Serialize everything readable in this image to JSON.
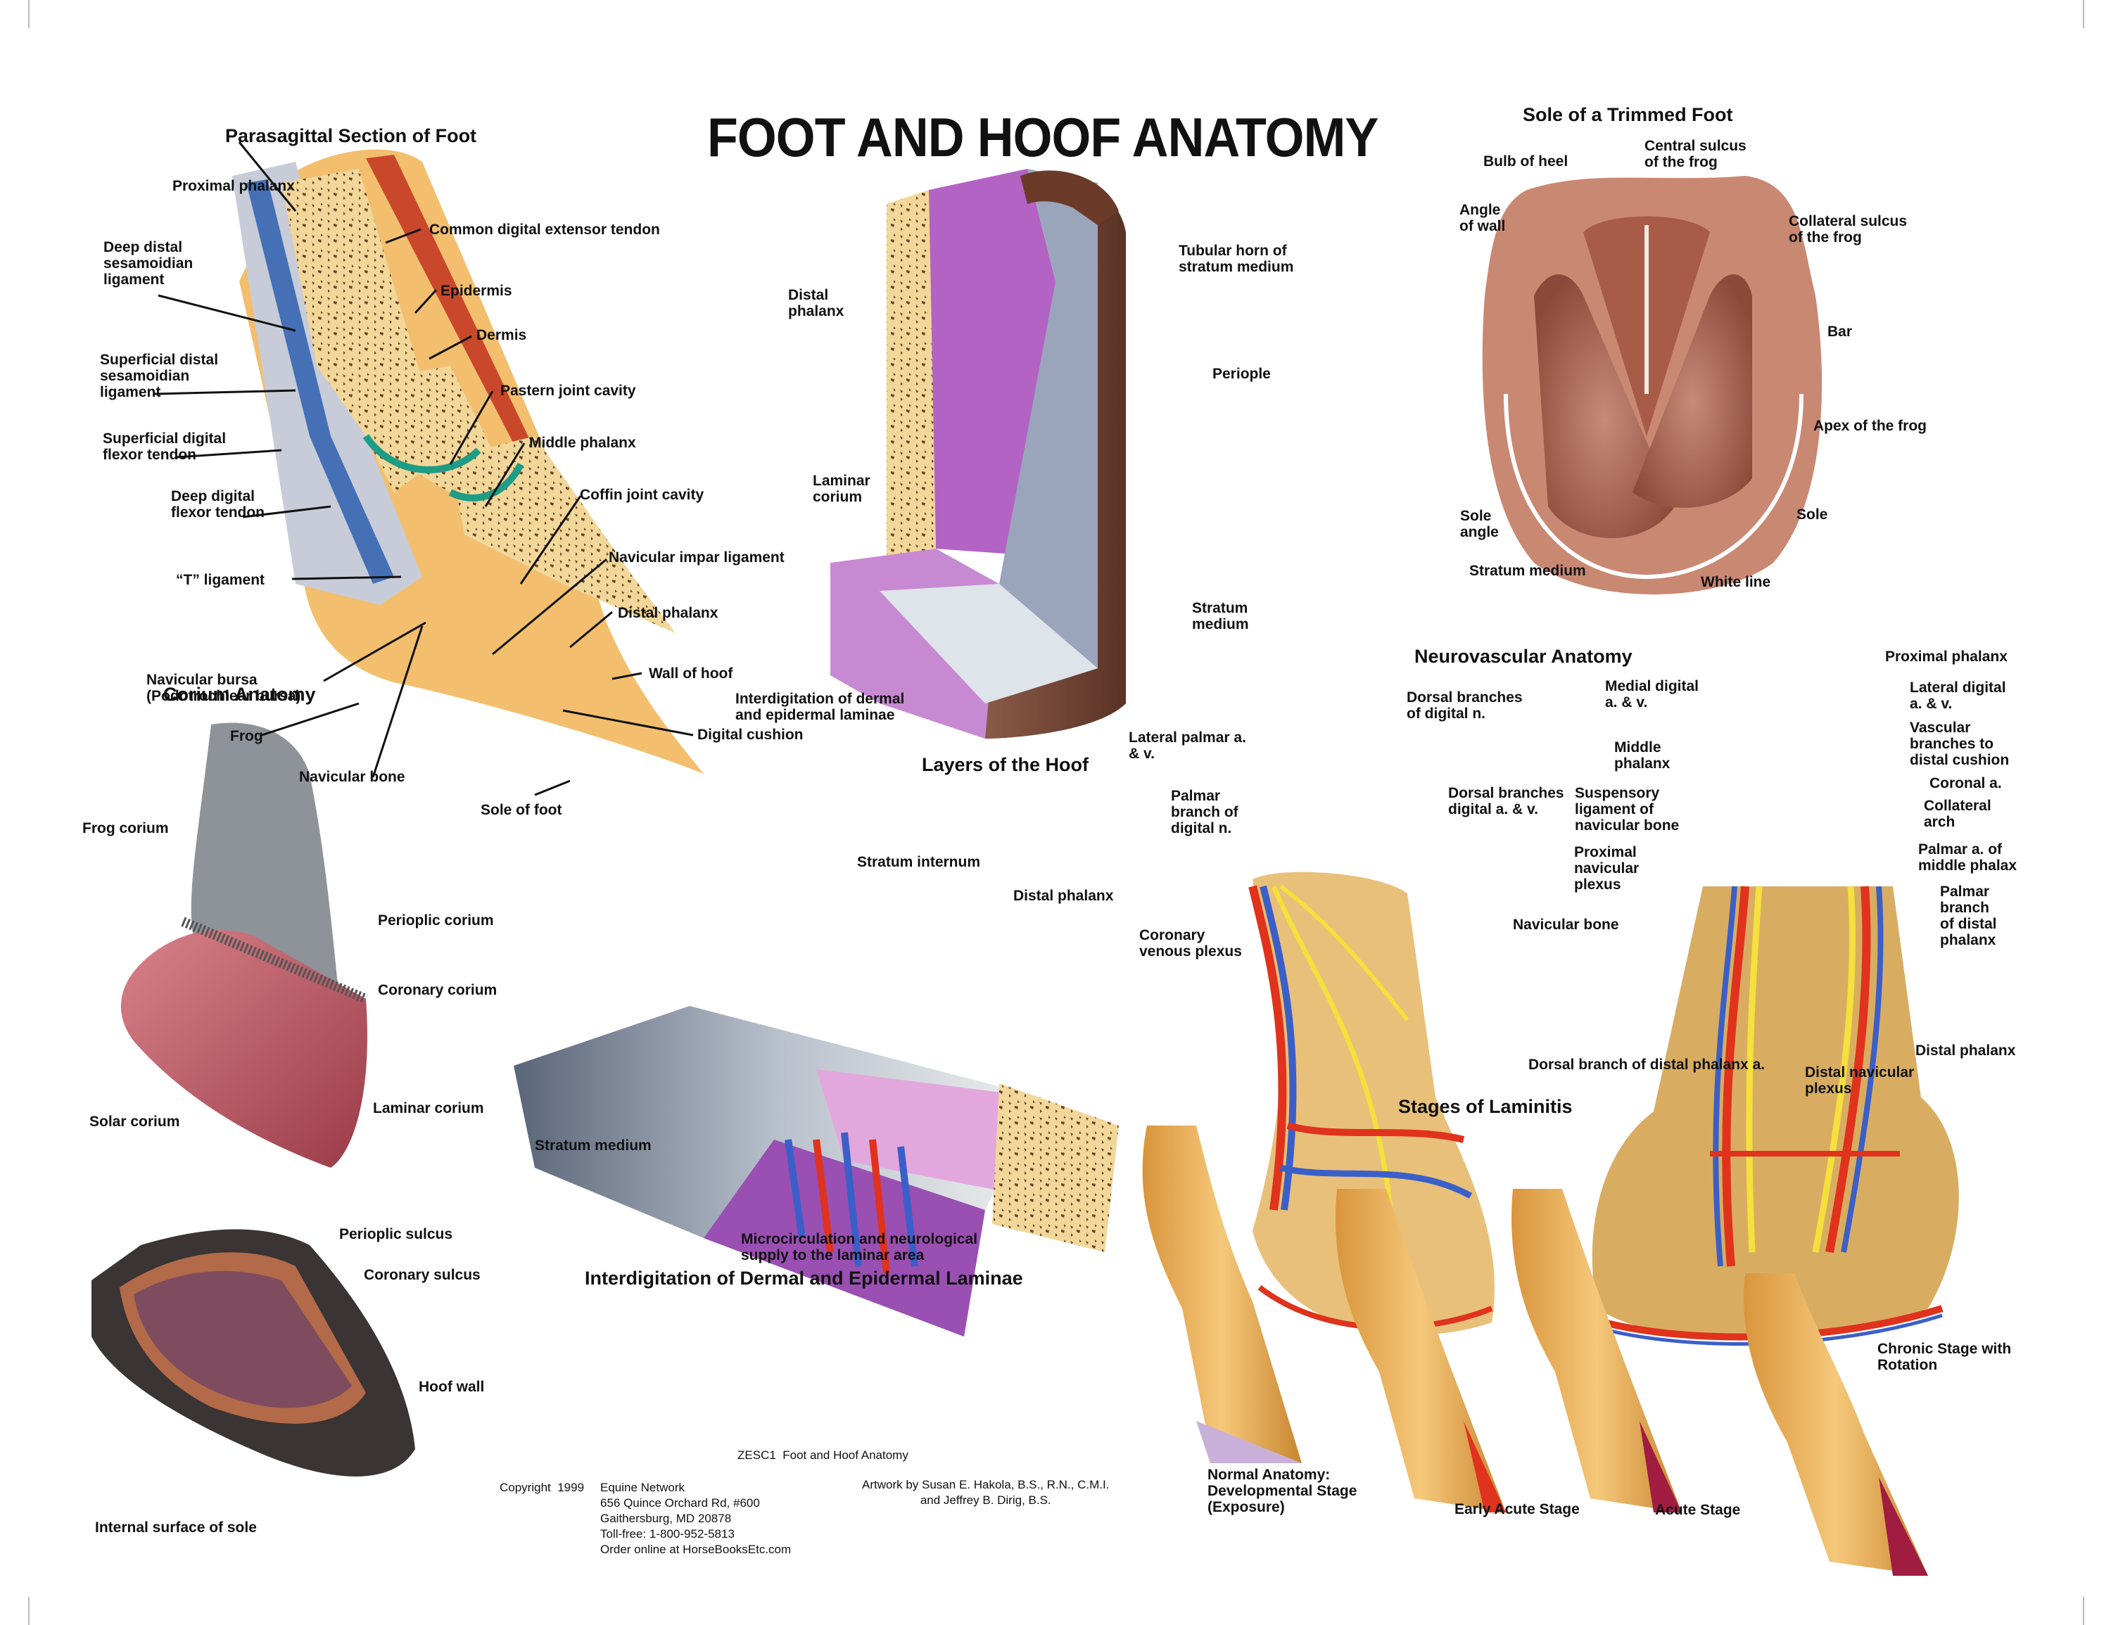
{
  "title": "FOOT AND HOOF ANATOMY",
  "parasagittal": {
    "heading": "Parasagittal Section of Foot",
    "labels": [
      "Proximal phalanx",
      "Common digital extensor tendon",
      "Deep distal\nsesamoidian\nligament",
      "Epidermis",
      "Dermis",
      "Superficial distal\nsesamoidian\nligament",
      "Pastern joint cavity",
      "Superficial digital\nflexor tendon",
      "Middle phalanx",
      "Deep digital\nflexor tendon",
      "Coffin joint cavity",
      "“T” ligament",
      "Navicular impar ligament",
      "Distal phalanx",
      "Navicular bursa\n(Podotrochlear bursa)",
      "Wall of hoof",
      "Frog",
      "Digital cushion",
      "Navicular bone",
      "Sole of foot"
    ]
  },
  "layers": {
    "heading": "Layers of the Hoof",
    "labels": [
      "Tubular horn of\nstratum medium",
      "Distal\nphalanx",
      "Periople",
      "Laminar\ncorium",
      "Stratum\nmedium",
      "Interdigitation of dermal\nand epidermal laminae"
    ]
  },
  "sole": {
    "heading": "Sole of a Trimmed Foot",
    "labels": [
      "Bulb of heel",
      "Central sulcus\nof the frog",
      "Angle\nof wall",
      "Collateral sulcus\nof the frog",
      "Bar",
      "Apex of the frog",
      "Sole\nangle",
      "Sole",
      "Stratum medium",
      "White line"
    ]
  },
  "neurovascular": {
    "heading": "Neurovascular Anatomy",
    "labels": [
      "Dorsal branches\nof digital n.",
      "Lateral palmar a.\n& v.",
      "Palmar\nbranch of\ndigital n.",
      "Dorsal branches\ndigital a. & v.",
      "Coronary\nvenous plexus",
      "Proximal phalanx",
      "Medial digital\na. & v.",
      "Lateral digital\na. & v.",
      "Middle\nphalanx",
      "Vascular\nbranches to\ndistal cushion",
      "Suspensory\nligament of\nnavicular bone",
      "Coronal a.",
      "Collateral\narch",
      "Proximal\nnavicular\nplexus",
      "Palmar a. of\nmiddle phalax",
      "Navicular bone",
      "Palmar\nbranch\nof distal\nphalanx",
      "Distal phalanx",
      "Dorsal branch of distal phalanx a.",
      "Distal navicular\nplexus"
    ]
  },
  "corium": {
    "heading": "Corium Anatomy",
    "labels": [
      "Frog corium",
      "Perioplic corium",
      "Coronary corium",
      "Laminar corium",
      "Solar corium"
    ]
  },
  "interdigitation": {
    "heading": "Interdigitation of Dermal and Epidermal Laminae",
    "labels": [
      "Stratum internum",
      "Distal phalanx",
      "Stratum medium",
      "Microcirculation and neurological\nsupply to the laminar area"
    ]
  },
  "sole_internal": {
    "labels": [
      "Perioplic sulcus",
      "Coronary sulcus",
      "Hoof wall",
      "Internal surface of sole"
    ]
  },
  "laminitis": {
    "heading": "Stages of Laminitis",
    "stages": [
      "Normal Anatomy:\nDevelopmental Stage\n(Exposure)",
      "Early Acute Stage",
      "Acute Stage",
      "Chronic Stage with\nRotation"
    ]
  },
  "footer": {
    "code": "ZESC1  Foot and Hoof Anatomy",
    "copyright_label": "Copyright  1999",
    "publisher": "Equine Network\n656 Quince Orchard Rd, #600\nGaithersburg, MD 20878\nToll-free: 1-800-952-5813\nOrder online at HorseBooksEtc.com",
    "artwork": "Artwork by Susan E. Hakola, B.S., R.N., C.M.I.\nand Jeffrey B. Dirig, B.S."
  },
  "colors": {
    "bone": "#f2d79a",
    "bone_spots": "#6b4226",
    "hoof_orange": "#f3bf6e",
    "tendon_blue": "#2e5fb0",
    "tendon_grey": "#c7ccd8",
    "skin_red": "#c9482c",
    "synovial_teal": "#1e9c86",
    "corium_purple": "#b363c4",
    "horn_brown": "#7a4a3a",
    "sole_pink": "#c98872",
    "artery_red": "#e0321c",
    "vein_blue": "#3b5fc9",
    "nerve_yellow": "#f5e03c"
  }
}
